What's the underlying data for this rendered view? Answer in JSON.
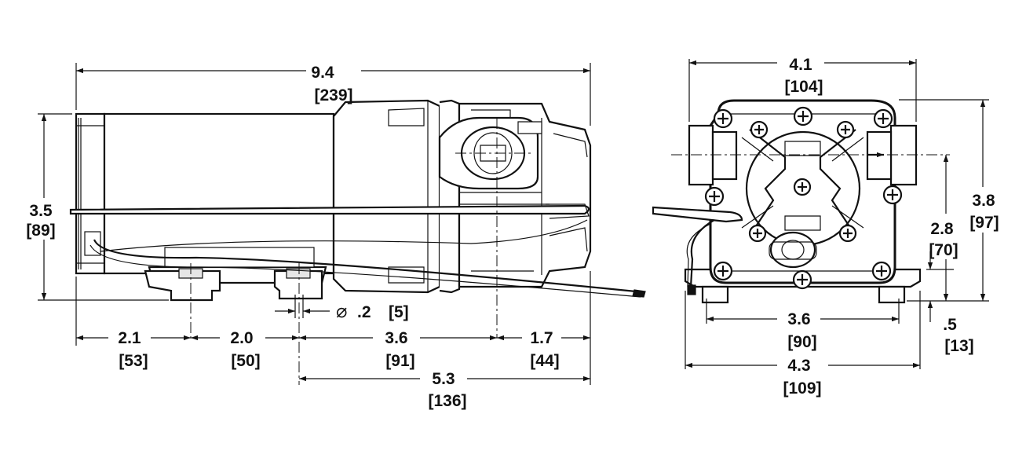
{
  "views": {
    "side": {
      "overall_length": {
        "in": "9.4",
        "mm": "[239]"
      },
      "height": {
        "in": "3.5",
        "mm": "[89]"
      },
      "motor_end_to_foot": {
        "in": "2.1",
        "mm": "[53]"
      },
      "foot_to_foot": {
        "in": "2.0",
        "mm": "[50]"
      },
      "foot_to_port": {
        "in": "3.6",
        "mm": "[91]"
      },
      "port_to_end": {
        "in": "1.7",
        "mm": "[44]"
      },
      "foot_to_end": {
        "in": "5.3",
        "mm": "[136]"
      },
      "hole_diameter": {
        "symbol": "⌀",
        "in": ".2",
        "mm": "[5]"
      }
    },
    "end": {
      "port_span": {
        "in": "4.1",
        "mm": "[104]"
      },
      "height": {
        "in": "3.8",
        "mm": "[97]"
      },
      "port_height": {
        "in": "2.8",
        "mm": "[70]"
      },
      "mount_hole_span": {
        "in": "3.6",
        "mm": "[90]"
      },
      "base_width": {
        "in": "4.3",
        "mm": "[109]"
      },
      "base_thickness": {
        "in": ".5",
        "mm": "[13]"
      }
    }
  }
}
